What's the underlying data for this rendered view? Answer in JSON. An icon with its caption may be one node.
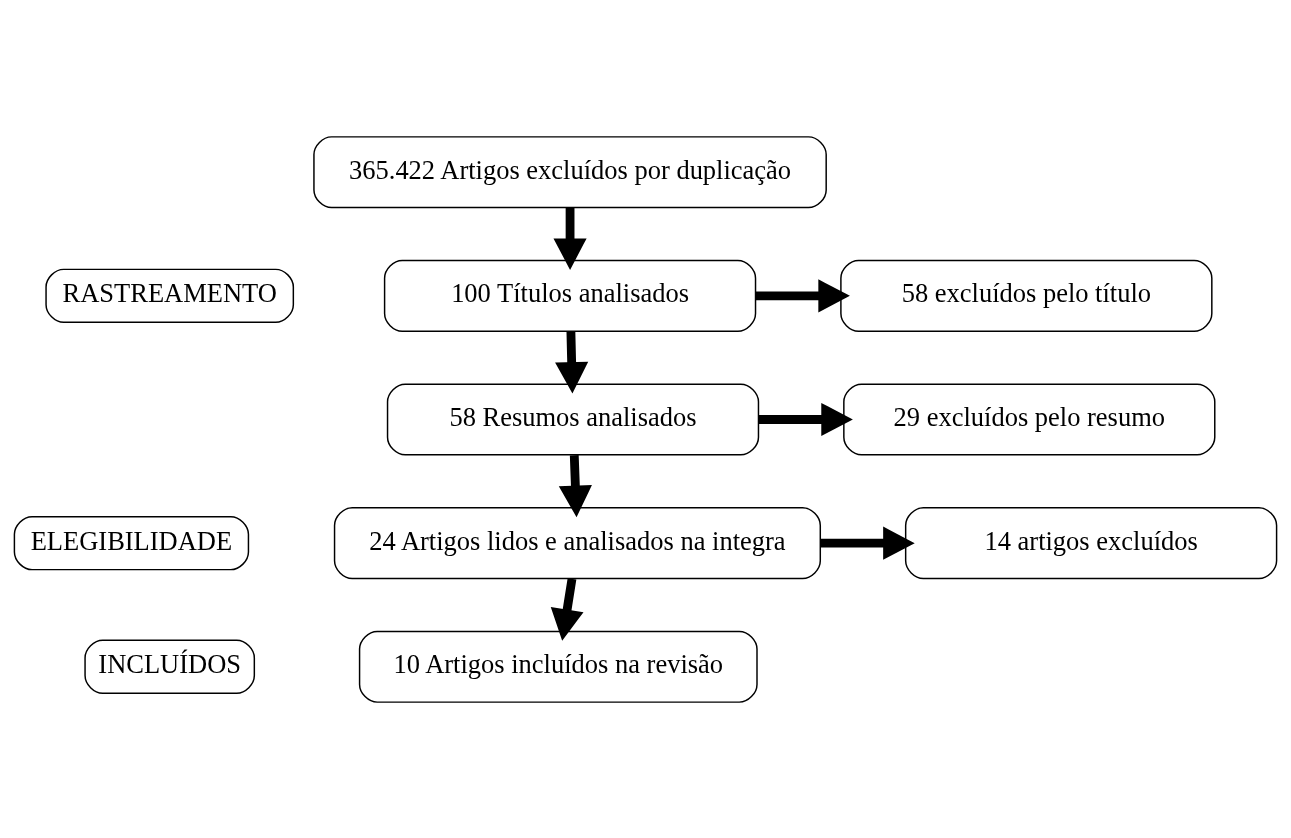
{
  "diagram": {
    "nodes": [
      {
        "text": [
          "RASTREAMENTO"
        ]
      },
      {
        "text": [
          "365.422 Artigos excluídos por duplicação"
        ]
      },
      {
        "text": [
          "100 Títulos analisados"
        ]
      },
      {
        "text": [
          "58 excluídos pelo título"
        ]
      },
      {
        "text": [
          "58 Resumos analisados"
        ]
      },
      {
        "text": [
          "29 excluídos pelo resumo"
        ]
      },
      {
        "text": [
          "ELEGIBILIDADE"
        ]
      },
      {
        "text": [
          "24 Artigos lidos e analisados na integra"
        ]
      },
      {
        "text": [
          "14 artigos excluídos"
        ]
      },
      {
        "text": [
          "INCLUÍDOS"
        ]
      },
      {
        "text": [
          "10 Artigos incluídos na revisão"
        ]
      }
    ],
    "edges": [
      {
        "from": 1,
        "to": 2,
        "arrow": "to"
      },
      {
        "from": 2,
        "to": 3,
        "arrow": "to"
      },
      {
        "from": 2,
        "to": 4,
        "arrow": "to"
      },
      {
        "from": 4,
        "to": 5,
        "arrow": "to"
      },
      {
        "from": 4,
        "to": 7,
        "arrow": "to"
      },
      {
        "from": 7,
        "to": 8,
        "arrow": "to"
      },
      {
        "from": 7,
        "to": 10,
        "arrow": "to"
      }
    ]
  }
}
